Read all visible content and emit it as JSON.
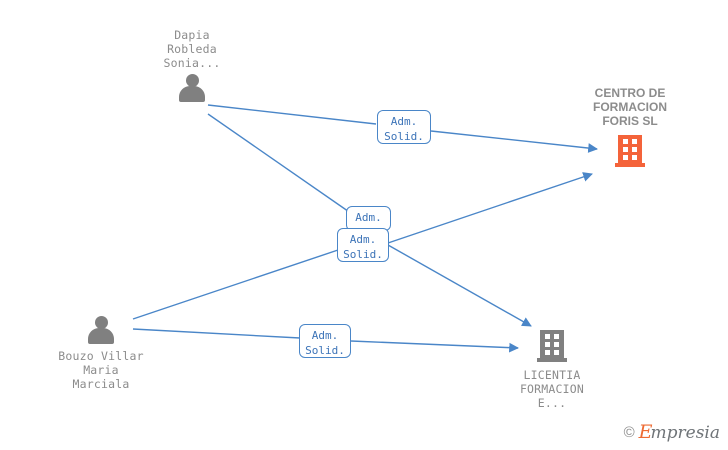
{
  "diagram": {
    "type": "entity-relationship-graph",
    "background": "#ffffff",
    "edge_color": "#4a86c8",
    "person_color": "#808080",
    "company_active_color": "#f4633a",
    "company_inactive_color": "#808080"
  },
  "nodes": [
    {
      "id": "person-dapia",
      "kind": "person",
      "label": "Dapia\nRobleda\nSonia...",
      "icon": "person-icon"
    },
    {
      "id": "person-bouzo",
      "kind": "person",
      "label": "Bouzo Villar\nMaria\nMarciala",
      "icon": "person-icon"
    },
    {
      "id": "company-centro",
      "kind": "company",
      "label": "CENTRO DE\nFORMACION\nFORIS SL",
      "icon": "building-icon",
      "color": "#f4633a"
    },
    {
      "id": "company-licentia",
      "kind": "company",
      "label": "LICENTIA\nFORMACION\nE...",
      "icon": "building-icon",
      "color": "#808080"
    }
  ],
  "edge_labels": [
    {
      "id": "label-top",
      "text": "Adm.\nSolid."
    },
    {
      "id": "label-mid-upper",
      "text": "Adm."
    },
    {
      "id": "label-mid-lower",
      "text": "Adm.\nSolid."
    },
    {
      "id": "label-bottom",
      "text": "Adm.\nSolid."
    }
  ],
  "watermark": {
    "copyright": "©",
    "brand_initial": "E",
    "brand_rest": "mpresia"
  }
}
